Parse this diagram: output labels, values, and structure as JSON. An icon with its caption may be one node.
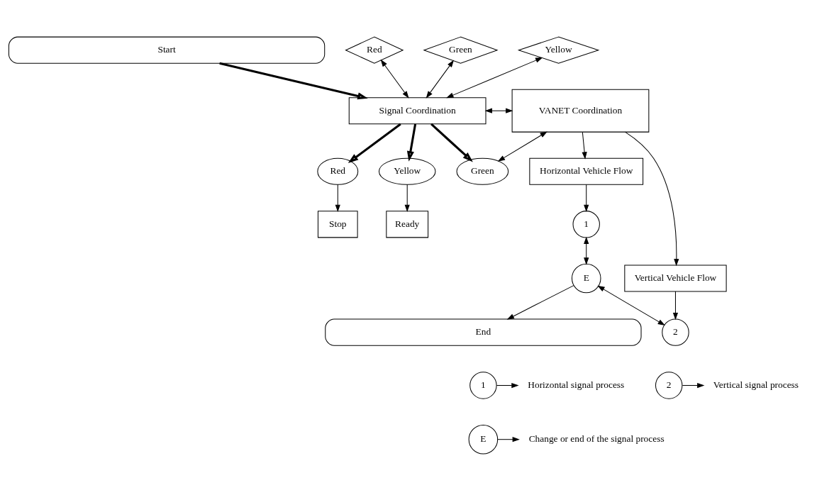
{
  "diagram": {
    "nodes": [
      {
        "text": [
          "Start"
        ]
      },
      {
        "text": [
          "Signal Coordination"
        ]
      },
      {
        "text": [
          "VANET Coordination"
        ]
      },
      {
        "text": [
          "Red"
        ]
      },
      {
        "text": [
          "Green"
        ]
      },
      {
        "text": [
          "Yellow"
        ]
      },
      {
        "text": [
          "Red"
        ]
      },
      {
        "text": [
          "Yellow"
        ]
      },
      {
        "text": [
          "Green"
        ]
      },
      {
        "text": [
          "Stop"
        ]
      },
      {
        "text": [
          "Ready"
        ]
      },
      {
        "text": [
          "Horizontal Vehicle Flow"
        ]
      },
      {
        "text": [
          "Vertical Vehicle Flow"
        ]
      },
      {
        "text": [
          "1"
        ]
      },
      {
        "text": [
          "E"
        ]
      },
      {
        "text": [
          "2"
        ]
      },
      {
        "text": [
          "End"
        ]
      },
      {
        "text": [
          "1"
        ]
      },
      {
        "text": [
          "Horizontal signal process"
        ]
      },
      {
        "text": [
          "2"
        ]
      },
      {
        "text": [
          "Vertical signal process"
        ]
      },
      {
        "text": [
          "E"
        ]
      },
      {
        "text": [
          "Change or end of the signal process"
        ]
      }
    ],
    "edges": [
      {
        "from": 0,
        "to": 1,
        "arrow": "to",
        "style": "thick"
      },
      {
        "from": 1,
        "to": 2,
        "arrow": "both"
      },
      {
        "from": 3,
        "to": 1,
        "arrow": "both"
      },
      {
        "from": 4,
        "to": 1,
        "arrow": "both"
      },
      {
        "from": 5,
        "to": 1,
        "arrow": "both"
      },
      {
        "from": 1,
        "to": 6,
        "arrow": "to",
        "style": "thick"
      },
      {
        "from": 1,
        "to": 7,
        "arrow": "to",
        "style": "thick"
      },
      {
        "from": 1,
        "to": 8,
        "arrow": "to",
        "style": "thick"
      },
      {
        "from": 6,
        "to": 9,
        "arrow": "to"
      },
      {
        "from": 7,
        "to": 10,
        "arrow": "to"
      },
      {
        "from": 8,
        "to": 2,
        "arrow": "both"
      },
      {
        "from": 2,
        "to": 11,
        "arrow": "to"
      },
      {
        "from": 2,
        "to": 12,
        "arrow": "to"
      },
      {
        "from": 11,
        "to": 13,
        "arrow": "to"
      },
      {
        "from": 12,
        "to": 15,
        "arrow": "to"
      },
      {
        "from": 13,
        "to": 14,
        "arrow": "both"
      },
      {
        "from": 14,
        "to": 15,
        "arrow": "both"
      },
      {
        "from": 14,
        "to": 16,
        "arrow": "to"
      },
      {
        "from": 17,
        "to": 18,
        "arrow": "to"
      },
      {
        "from": 19,
        "to": 20,
        "arrow": "to"
      },
      {
        "from": 21,
        "to": 22,
        "arrow": "to"
      }
    ]
  }
}
